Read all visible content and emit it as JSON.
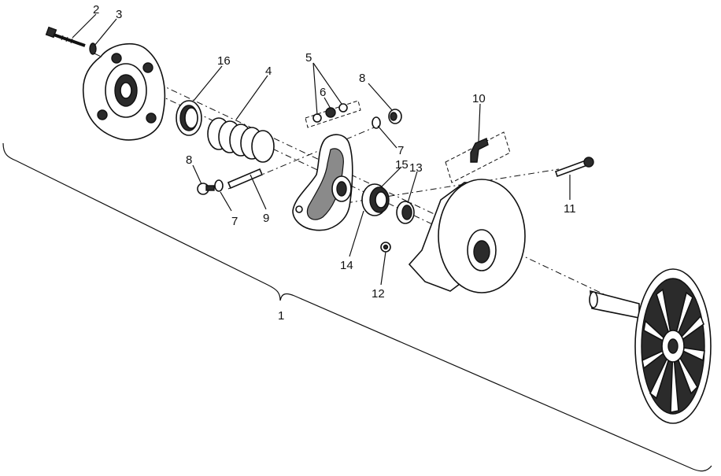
{
  "labels": {
    "l1": "1",
    "l2": "2",
    "l3": "3",
    "l4": "4",
    "l5": "5",
    "l6": "6",
    "l7a": "7",
    "l7b": "7",
    "l8a": "8",
    "l8b": "8",
    "l9": "9",
    "l10": "10",
    "l11": "11",
    "l12": "12",
    "l13": "13",
    "l14": "14",
    "l15": "15",
    "l16": "16"
  }
}
